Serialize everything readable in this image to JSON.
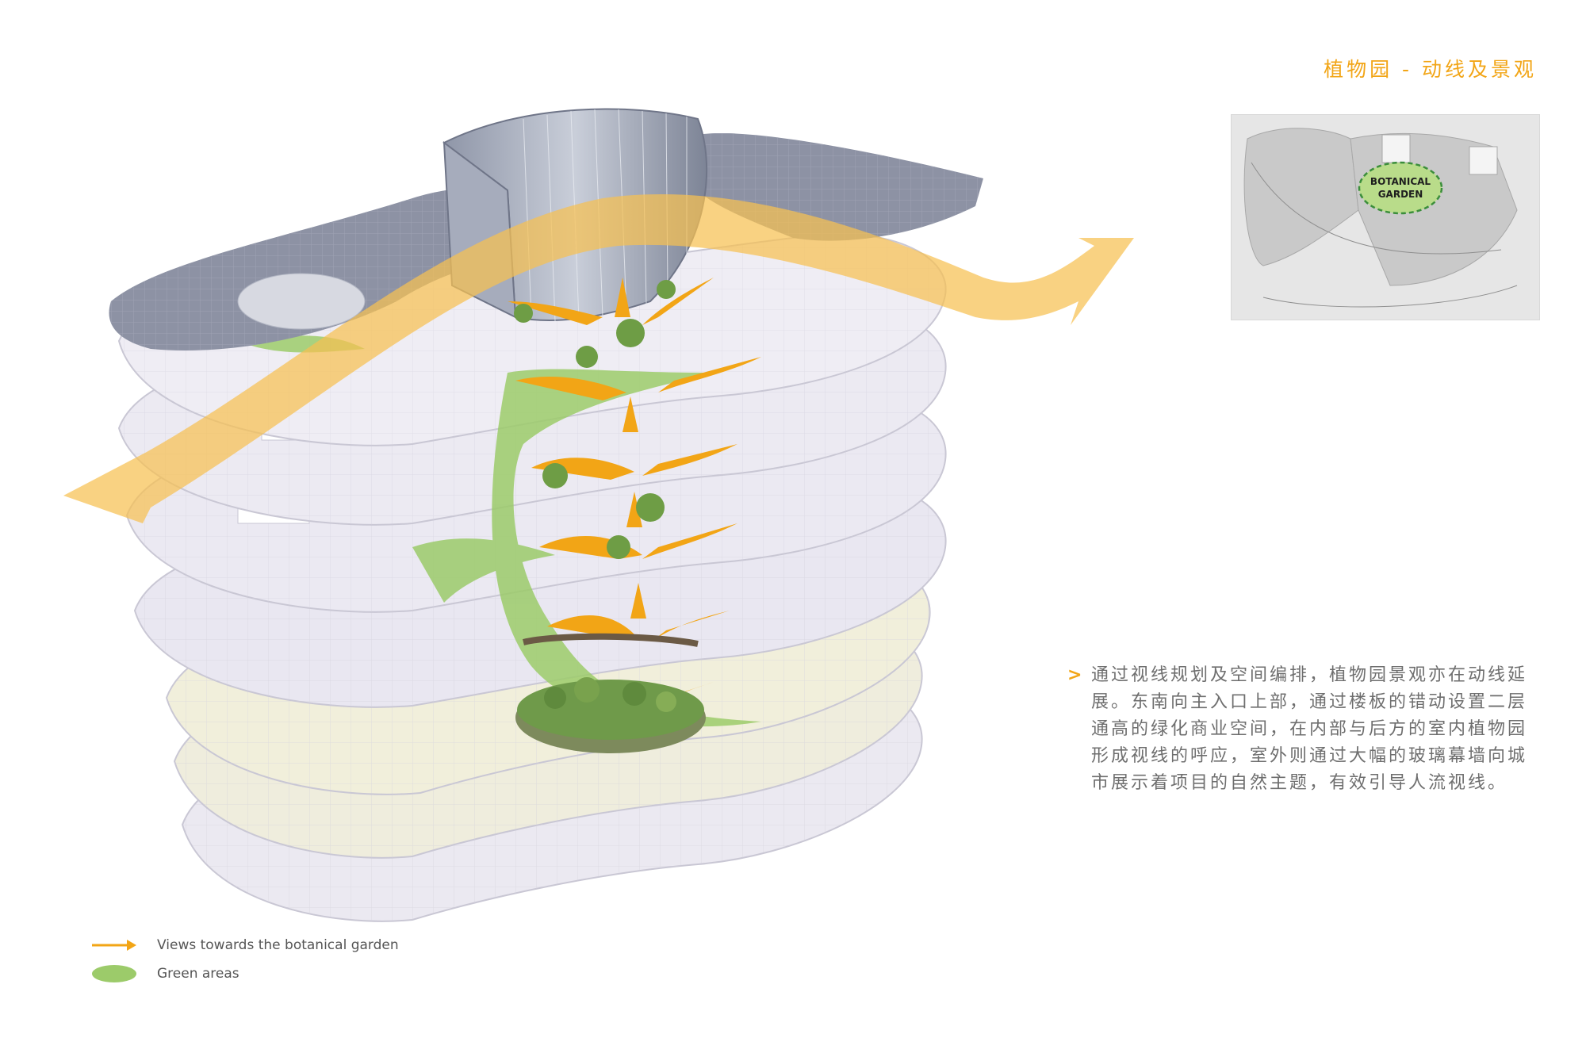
{
  "title": "植物园 - 动线及景观",
  "keymap": {
    "label_line1": "BOTANICAL",
    "label_line2": "GARDEN"
  },
  "description": {
    "bullet": ">",
    "text": "通过视线规划及空间编排，植物园景观亦在动线延展。东南向主入口上部，通过楼板的错动设置二层通高的绿化商业空间，在内部与后方的室内植物园形成视线的呼应，室外则通过大幅的玻璃幕墙向城市展示着项目的自然主题，有效引导人流视线。"
  },
  "legend": {
    "views": "Views towards the botanical garden",
    "green": "Green areas"
  },
  "colors": {
    "accent": "#f2a516",
    "green": "#9ccb6a",
    "floor": "#e9e7ef"
  }
}
